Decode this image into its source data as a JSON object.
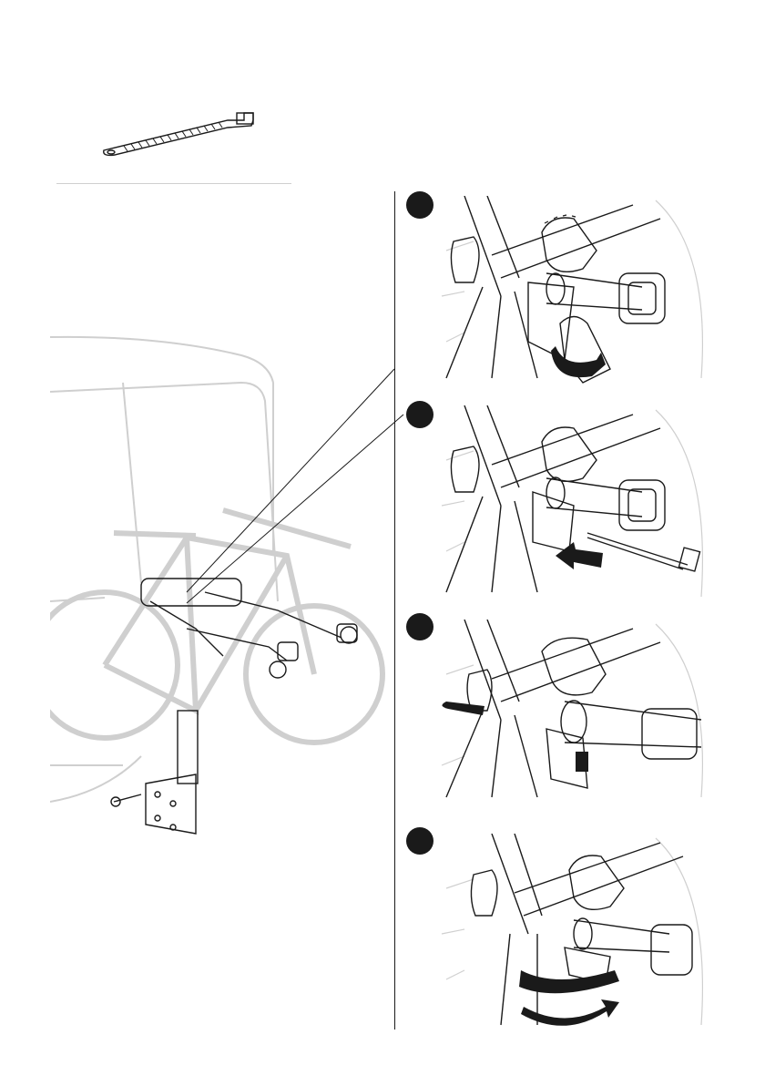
{
  "page": {
    "title": "",
    "illustration_style": "line-drawing instruction sheet"
  },
  "strap_part": {
    "icon": "strap-icon"
  },
  "overview": {
    "icon": "bike-rack-on-vehicle-icon"
  },
  "steps": [
    {
      "icon": "strap-grip-lever-icon",
      "action": "rotate"
    },
    {
      "icon": "strap-insert-icon",
      "action": "insert"
    },
    {
      "icon": "strap-pull-through-icon",
      "action": "pull"
    },
    {
      "icon": "strap-wrap-frame-icon",
      "action": "wrap"
    }
  ],
  "colors": {
    "ink": "#1a1a1a",
    "light_line": "#cfcfcf",
    "badge": "#1a1a1a"
  }
}
